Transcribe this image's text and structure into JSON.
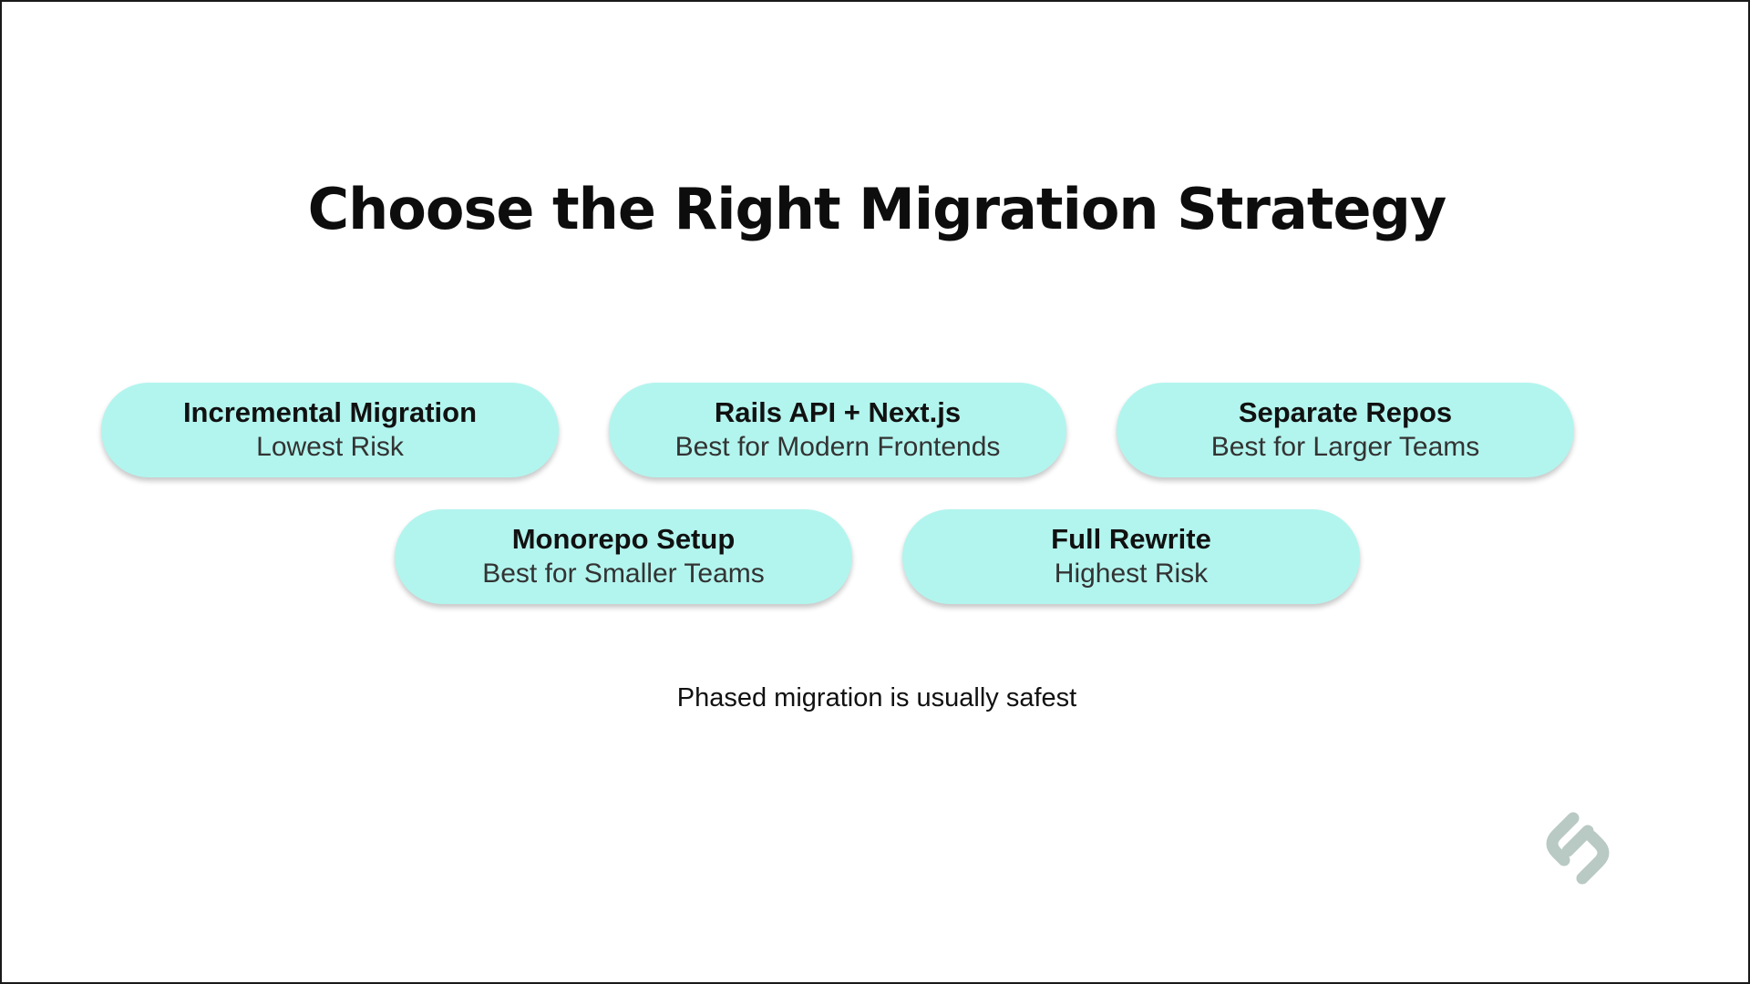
{
  "slide": {
    "title": "Choose the Right Migration Strategy",
    "strategies": [
      {
        "name": "Incremental Migration",
        "note": "Lowest Risk"
      },
      {
        "name": "Rails API + Next.js",
        "note": "Best for Modern Frontends"
      },
      {
        "name": "Separate Repos",
        "note": "Best for Larger Teams"
      },
      {
        "name": "Monorepo Setup",
        "note": "Best for Smaller Teams"
      },
      {
        "name": "Full Rewrite",
        "note": "Highest Risk"
      }
    ],
    "footnote": "Phased migration is usually safest",
    "logo_icon": "brand-link-logo-icon"
  },
  "colors": {
    "pill_fill": "#b2f5ee",
    "logo": "#b9c9c4",
    "text": "#111111"
  }
}
